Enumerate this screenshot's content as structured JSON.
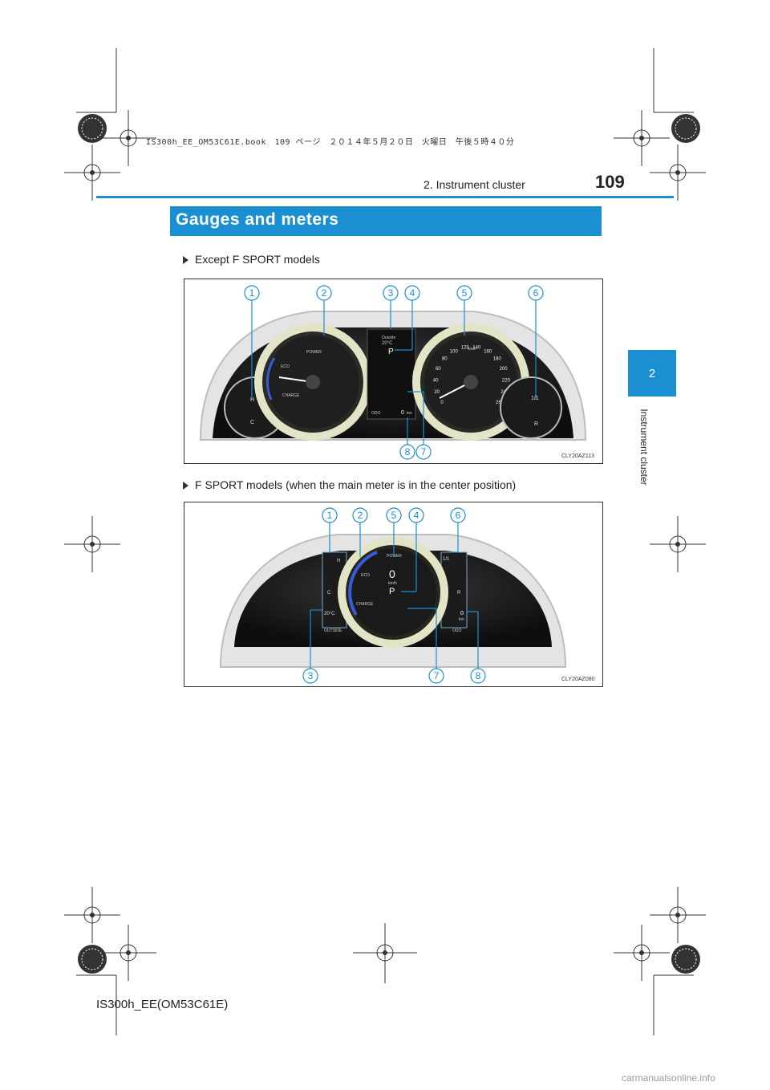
{
  "print_line": "IS300h_EE_OM53C61E.book　109 ページ　２０１４年５月２０日　火曜日　午後５時４０分",
  "header": {
    "section": "2. Instrument cluster",
    "page_number": "109"
  },
  "chapter_tab": {
    "number": "2",
    "label": "Instrument cluster"
  },
  "banner_title": "Gauges and meters",
  "figures": [
    {
      "caption": "Except F SPORT models",
      "code": "CLY20AZ113",
      "callouts": [
        "1",
        "2",
        "3",
        "4",
        "5",
        "6",
        "8",
        "7"
      ],
      "gauge_labels": {
        "power": "POWER",
        "eco": "ECO",
        "charge": "CHARGE",
        "temp_h": "H",
        "temp_c": "C",
        "fuel_full": "1/1",
        "fuel_r": "R",
        "speed_unit": "km/h",
        "outside_label": "Outside",
        "outside_temp": "20°C",
        "shift": "P",
        "odo_label": "ODO",
        "odo_value": "0",
        "odo_unit": "km"
      },
      "speed_ticks": [
        "0",
        "20",
        "40",
        "60",
        "80",
        "100",
        "120",
        "140",
        "160",
        "180",
        "200",
        "220",
        "240",
        "260"
      ]
    },
    {
      "caption": "F SPORT models (when the main meter is in the center position)",
      "code": "CLY20AZ080",
      "callouts": [
        "1",
        "2",
        "5",
        "4",
        "6",
        "3",
        "7",
        "8"
      ],
      "gauge_labels": {
        "power": "POWER",
        "eco": "ECO",
        "charge": "CHARGE",
        "speed": "0",
        "speed_unit": "km/h",
        "shift": "P",
        "temp_h": "H",
        "temp_c": "C",
        "fuel_full": "1/1",
        "fuel_r": "R",
        "outside_temp": "20°C",
        "trip_value": "0",
        "trip_unit": "km",
        "odo_label": "ODO",
        "outside_label": "OUTSIDE"
      }
    }
  ],
  "footer_code": "IS300h_EE(OM53C61E)",
  "watermark": "carmanualsonline.info",
  "colors": {
    "accent": "#1a8fd1",
    "callout": "#1a8fd1",
    "gauge_ring": "#e3e3c6",
    "panel_dark": "#1c1c1c"
  }
}
